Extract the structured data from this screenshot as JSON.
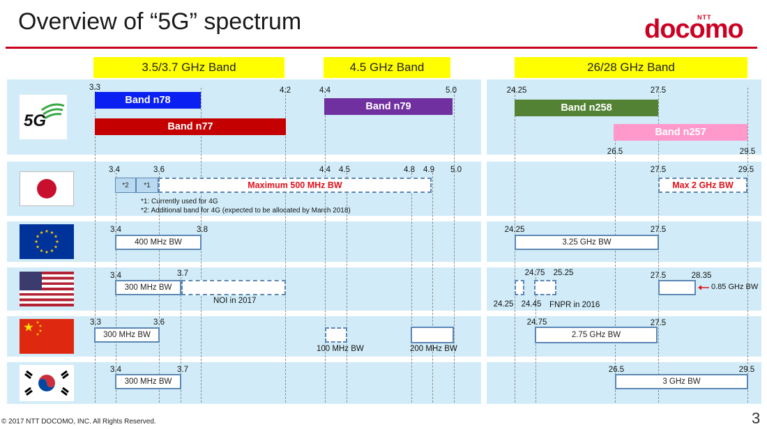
{
  "title": "Overview of “5G” spectrum",
  "logo": {
    "ntt": "NTT",
    "name": "docomo"
  },
  "headers": {
    "h1": "3.5/3.7 GHz Band",
    "h2": "4.5 GHz Band",
    "h3": "26/28 GHz Band"
  },
  "rows": {
    "g5": {
      "icon_text": "5G",
      "labels": [
        "3.3",
        "4.2",
        "4.4",
        "5.0",
        "24.25",
        "27.5",
        "26.5",
        "29.5"
      ],
      "bands": {
        "n78": "Band n78",
        "n77": "Band n77",
        "n79": "Band n79",
        "n258": "Band n258",
        "n257": "Band n257"
      }
    },
    "japan": {
      "labels": [
        "3.4",
        "3.6",
        "4.4",
        "4.5",
        "4.8",
        "4.9",
        "5.0",
        "27.5",
        "29.5"
      ],
      "sub1": "*2",
      "sub2": "*1",
      "bw_low": "Maximum 500 MHz BW",
      "bw_high": "Max 2 GHz BW",
      "note1": "*1: Currently used for 4G",
      "note2": "*2: Additional band for 4G (expected to be allocated by March 2018)"
    },
    "eu": {
      "labels": [
        "3.4",
        "3.8",
        "24.25",
        "27.5"
      ],
      "bw_low": "400 MHz BW",
      "bw_high": "3.25 GHz BW"
    },
    "us": {
      "labels": [
        "3.4",
        "3.7",
        "24.75",
        "25.25",
        "27.5",
        "28.35",
        "24.25",
        "24.45"
      ],
      "bw_low": "300 MHz BW",
      "noi": "NOI in 2017",
      "fnpr": "FNPR in 2016",
      "bw_high": "0.85 GHz BW"
    },
    "china": {
      "labels": [
        "3.3",
        "3.6",
        "24.75",
        "27.5"
      ],
      "bw_low": "300 MHz BW",
      "bw_mid1": "100 MHz BW",
      "bw_mid2": "200 MHz BW",
      "bw_high": "2.75 GHz BW"
    },
    "korea": {
      "labels": [
        "3.4",
        "3.7",
        "26.5",
        "29.5"
      ],
      "bw_low": "300 MHz BW",
      "bw_high": "3 GHz BW"
    }
  },
  "colors": {
    "n78": "#0a1ff2",
    "n77": "#c40000",
    "n79": "#7030a0",
    "n258": "#548235",
    "n257": "#ff99cc",
    "row_bg": "#d1ecf8",
    "red": "#e0101a"
  },
  "footer": {
    "copyright": "© 2017 NTT DOCOMO, INC. All Rights Reserved.",
    "page": "3"
  }
}
